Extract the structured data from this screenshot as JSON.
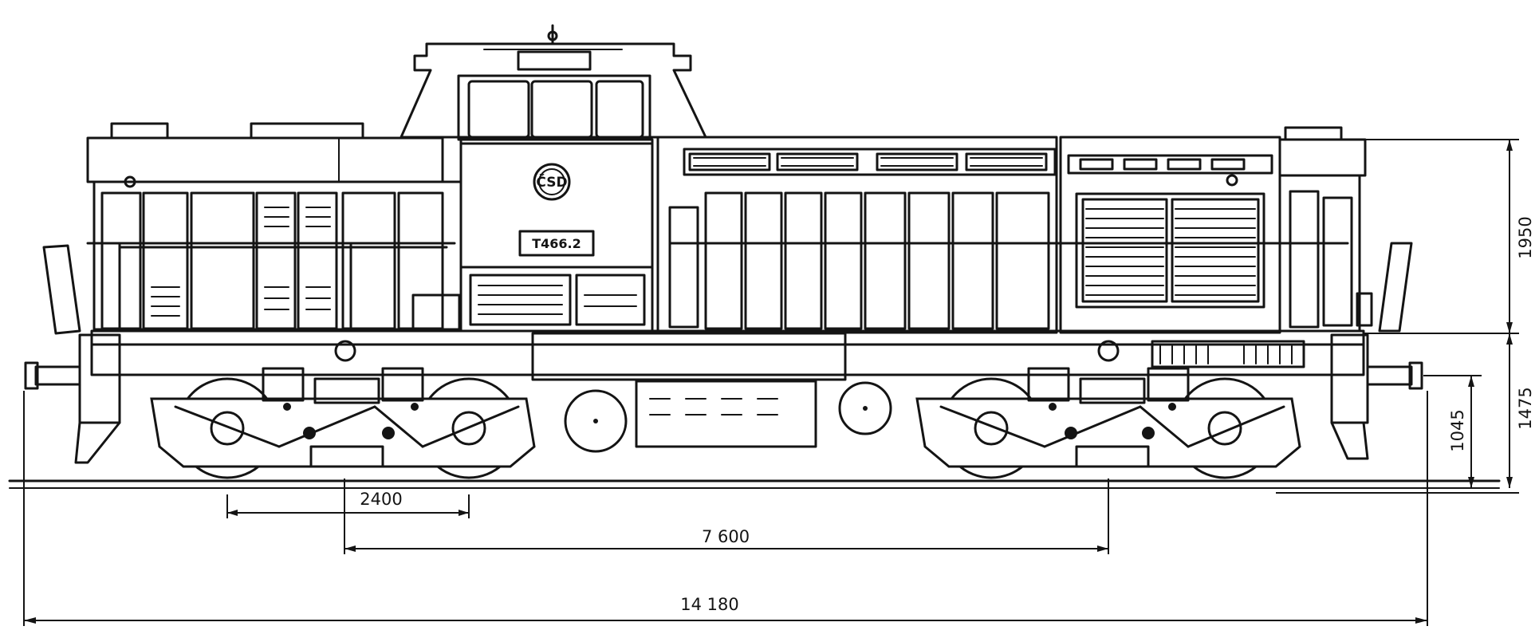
{
  "number_plate": "T466.2",
  "emblem": "ČSD",
  "dimensions": {
    "bogie_wheelbase": "2400",
    "bogie_centers": "7 600",
    "length_over_buffers": "14 180",
    "body_height_above_frame": "1950",
    "frame_height_above_rail": "1475",
    "buffer_height": "1045"
  }
}
